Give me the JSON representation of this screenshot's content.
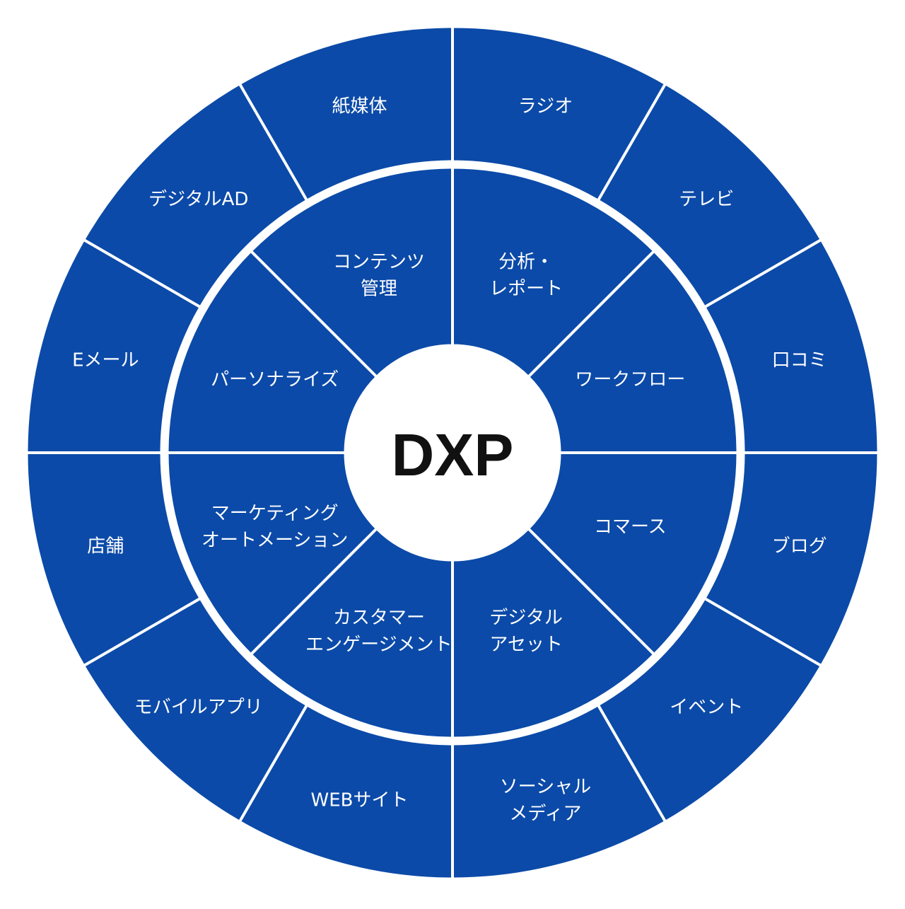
{
  "center": {
    "label": "DXP"
  },
  "colors": {
    "segment_fill": "#0b4aa8",
    "separator": "#ffffff",
    "center_fill": "#ffffff",
    "center_text": "#111111"
  },
  "inner_ring": [
    {
      "id": "analytics-reporting",
      "lines": [
        "分析・",
        "レポート"
      ]
    },
    {
      "id": "workflow",
      "lines": [
        "ワークフロー"
      ]
    },
    {
      "id": "commerce",
      "lines": [
        "コマース"
      ]
    },
    {
      "id": "digital-assets",
      "lines": [
        "デジタル",
        "アセット"
      ]
    },
    {
      "id": "customer-engagement",
      "lines": [
        "カスタマー",
        "エンゲージメント"
      ]
    },
    {
      "id": "marketing-automation",
      "lines": [
        "マーケティング",
        "オートメーション"
      ]
    },
    {
      "id": "personalize",
      "lines": [
        "パーソナライズ"
      ]
    },
    {
      "id": "content-management",
      "lines": [
        "コンテンツ",
        "管理"
      ]
    }
  ],
  "outer_ring": [
    {
      "id": "radio",
      "lines": [
        "ラジオ"
      ]
    },
    {
      "id": "tv",
      "lines": [
        "テレビ"
      ]
    },
    {
      "id": "word-of-mouth",
      "lines": [
        "口コミ"
      ]
    },
    {
      "id": "blog",
      "lines": [
        "ブログ"
      ]
    },
    {
      "id": "event",
      "lines": [
        "イベント"
      ]
    },
    {
      "id": "social-media",
      "lines": [
        "ソーシャル",
        "メディア"
      ]
    },
    {
      "id": "website",
      "lines": [
        "WEBサイト"
      ]
    },
    {
      "id": "mobile-app",
      "lines": [
        "モバイルアプリ"
      ]
    },
    {
      "id": "store",
      "lines": [
        "店舗"
      ]
    },
    {
      "id": "email",
      "lines": [
        "Eメール"
      ]
    },
    {
      "id": "digital-ad",
      "lines": [
        "デジタルAD"
      ]
    },
    {
      "id": "print-media",
      "lines": [
        "紙媒体"
      ]
    }
  ]
}
